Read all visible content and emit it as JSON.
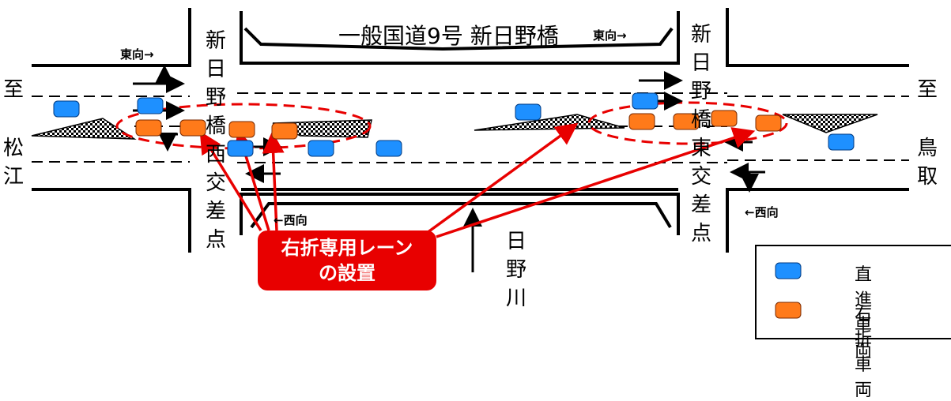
{
  "title": "一般国道9号 新日野橋",
  "direction_east": "東向→",
  "direction_west": "←西向",
  "left_dest_to": "至",
  "left_dest_name": [
    "松",
    "江"
  ],
  "right_dest_to": "至",
  "right_dest_name": [
    "鳥",
    "取"
  ],
  "west_intersection": "新日野橋西交差点",
  "east_intersection": "新日野橋東交差点",
  "river": "日野川",
  "callout": "右折専用レーン\nの設置",
  "legend": [
    {
      "icon": "straight-car-icon",
      "color": "#1e90ff",
      "label": "直進車両"
    },
    {
      "icon": "right-turn-car-icon",
      "color": "#ff7a1a",
      "label": "右折車両"
    }
  ],
  "colors": {
    "callout": "#e80000",
    "arrow": "#e80000",
    "straight": "#1e90ff",
    "right_turn": "#ff7a1a",
    "ellipse": "#e80000"
  }
}
